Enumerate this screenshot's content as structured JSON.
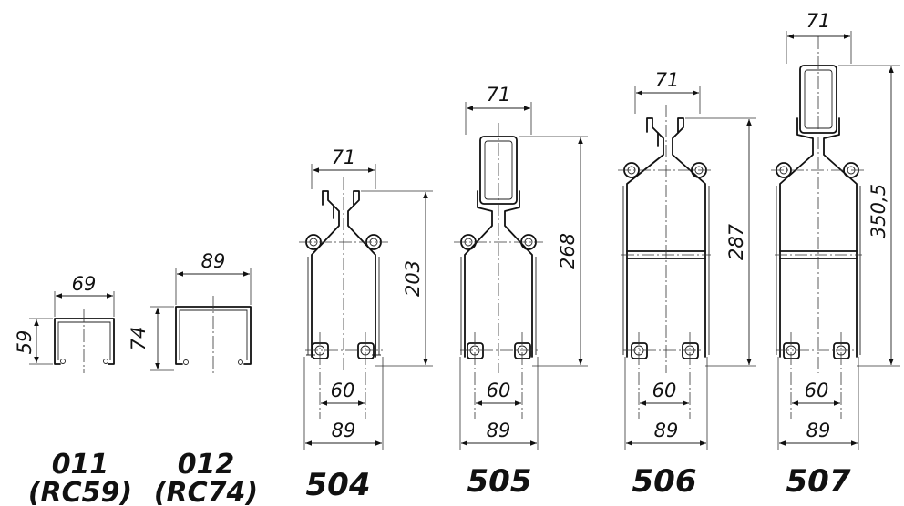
{
  "profiles": [
    {
      "code": "011",
      "sub": "(RC59)",
      "width": "69",
      "height": "59"
    },
    {
      "code": "012",
      "sub": "(RC74)",
      "width": "89",
      "height": "74"
    }
  ],
  "carriages": [
    {
      "code": "504",
      "top_width": "71",
      "height": "203",
      "wheel_spacing": "60",
      "total_width": "89"
    },
    {
      "code": "505",
      "top_width": "71",
      "height": "268",
      "wheel_spacing": "60",
      "total_width": "89"
    },
    {
      "code": "506",
      "top_width": "71",
      "height": "287",
      "wheel_spacing": "60",
      "total_width": "89"
    },
    {
      "code": "507",
      "top_width": "71",
      "height": "350,5",
      "wheel_spacing": "60",
      "total_width": "89"
    }
  ]
}
